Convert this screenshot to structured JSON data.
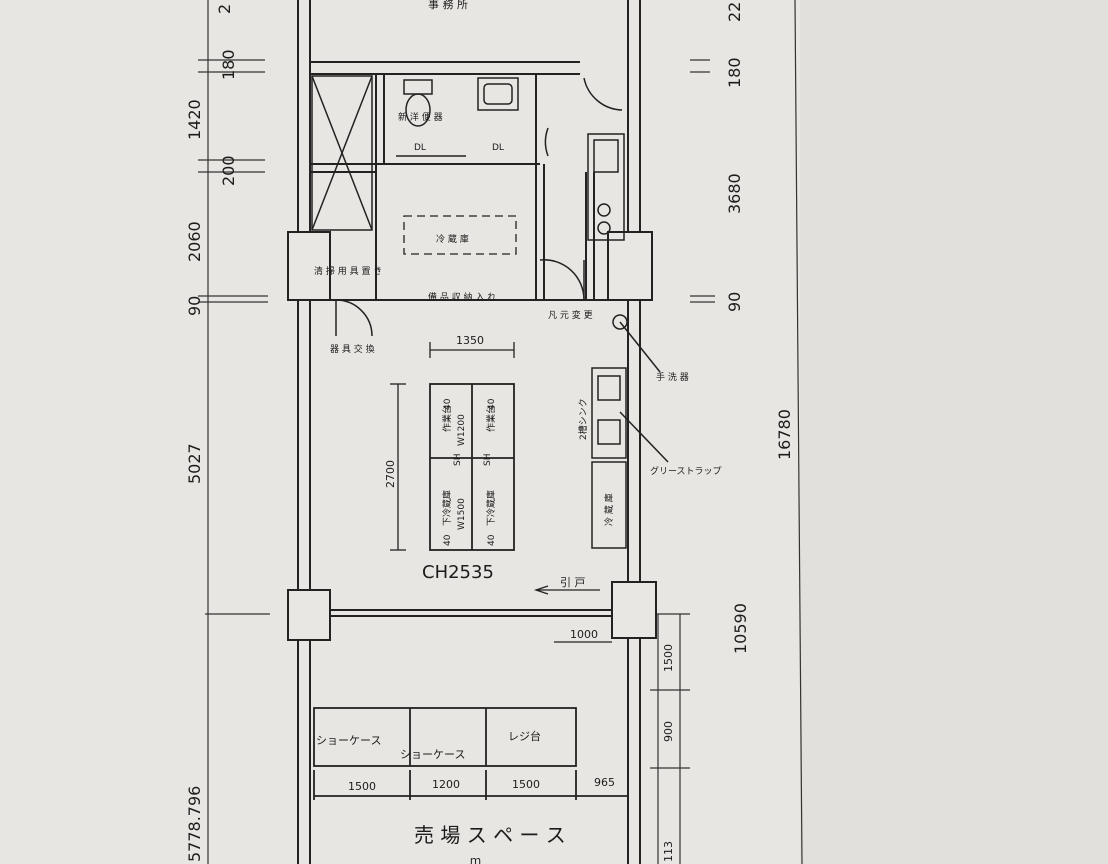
{
  "plan": {
    "top_room_label": "事 務 所",
    "walkin_label": "冷 蔵 庫",
    "toilet_label": "新 洋 便 器",
    "dl_left": "DL",
    "dl_right": "DL",
    "storage_label": "備 品 収 納 入 れ",
    "clean_label": "清 掃 用 具 置 き",
    "tools_label": "器 具 交 換",
    "hand_wash_label": "手 洗 器",
    "cold_label": "凡 元 変 更",
    "shelf_label": "冷 蔵 庫",
    "sink_label": "2槽シンク",
    "grease_label": "グリーストラップ",
    "kitchen_code": "CH2535",
    "sliding_door_label": "引 戸",
    "table_top_left": "作業台",
    "table_top_right": "作業台",
    "table_bottom_left": "下冷蔵庫",
    "table_bottom_right": "下冷蔵庫",
    "table_w_top": "W1200",
    "table_w_bottom": "W1500",
    "table_spec_top": "SH",
    "table_spec_bottom": "SH",
    "table_num_1": "40",
    "table_num_2": "40",
    "table_num_3": "40",
    "table_num_4": "40",
    "showcase_1": "ショーケース",
    "showcase_2": "ショーケース",
    "register": "レジ台",
    "sales_space": "売 場 ス ペ ー ス",
    "sales_sub": "ｍ"
  },
  "dimensions": {
    "left": {
      "d_top": "2",
      "d1": "180",
      "d2": "1420",
      "d3": "200",
      "d4": "2060",
      "d5": "90",
      "d6": "5027",
      "d7": "5778.796"
    },
    "right": {
      "d_top": "22",
      "d1": "180",
      "d2": "3680",
      "d3": "90",
      "d4": "16780",
      "d5": "10590",
      "d6": "1500",
      "d7": "900",
      "d8": "113"
    },
    "interior": {
      "table_width": "1350",
      "table_length": "2700",
      "door_width": "1000",
      "front_1": "1500",
      "front_2": "1200",
      "front_3": "1500",
      "front_4": "965"
    }
  }
}
